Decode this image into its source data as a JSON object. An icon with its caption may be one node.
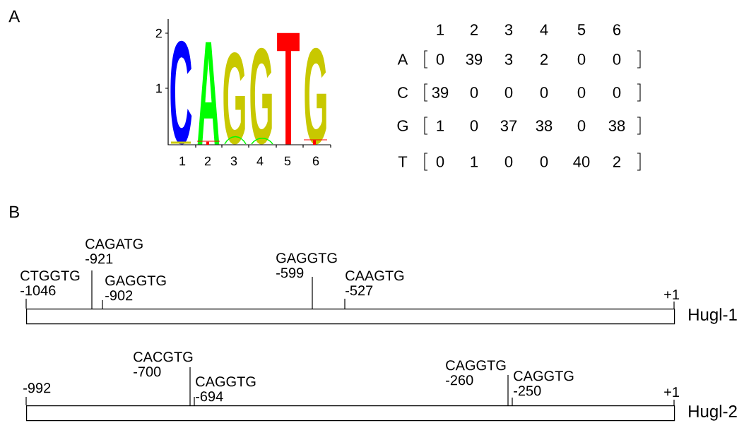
{
  "diagram": {
    "nodes": [
      {
        "text": [
          "CTGGTG",
          "-1046"
        ]
      },
      {
        "text": [
          "CAGATG",
          "-921"
        ]
      },
      {
        "text": [
          "GAGGTG",
          "-902"
        ]
      },
      {
        "text": [
          "GAGGTG",
          "-599"
        ]
      },
      {
        "text": [
          "CAAGTG",
          "-527"
        ]
      },
      {
        "text": [
          "+1"
        ]
      },
      {
        "text": [
          "Hugl-1"
        ]
      },
      {
        "text": [
          "-992"
        ]
      },
      {
        "text": [
          "CACGTG",
          "-700"
        ]
      },
      {
        "text": [
          "CAGGTG",
          "-694"
        ]
      },
      {
        "text": [
          "CAGGTG",
          "-260"
        ]
      },
      {
        "text": [
          "CAGGTG",
          "-250"
        ]
      },
      {
        "text": [
          "+1"
        ]
      },
      {
        "text": [
          "Hugl-2"
        ]
      }
    ],
    "edges": [
      {
        "from": 0,
        "to": 6,
        "arrow": "none"
      },
      {
        "from": 1,
        "to": 6,
        "arrow": "none"
      },
      {
        "from": 2,
        "to": 6,
        "arrow": "none"
      },
      {
        "from": 3,
        "to": 6,
        "arrow": "none"
      },
      {
        "from": 4,
        "to": 6,
        "arrow": "none"
      },
      {
        "from": 5,
        "to": 6,
        "arrow": "none"
      },
      {
        "from": 7,
        "to": 13,
        "arrow": "none"
      },
      {
        "from": 8,
        "to": 13,
        "arrow": "none"
      },
      {
        "from": 9,
        "to": 13,
        "arrow": "none"
      },
      {
        "from": 10,
        "to": 13,
        "arrow": "none"
      },
      {
        "from": 11,
        "to": 13,
        "arrow": "none"
      },
      {
        "from": 12,
        "to": 13,
        "arrow": "none"
      }
    ],
    "labels": [
      "A",
      "2",
      "1",
      "C",
      "A",
      "G",
      "G",
      "T",
      "G",
      "1",
      "2",
      "3",
      "4",
      "5",
      "6",
      "1",
      "2",
      "3",
      "4",
      "5",
      "6",
      "A",
      "0",
      "39",
      "3",
      "2",
      "0",
      "0",
      "C",
      "39",
      "0",
      "0",
      "0",
      "0",
      "0",
      "G",
      "1",
      "0",
      "37",
      "38",
      "0",
      "38",
      "T",
      "0",
      "1",
      "0",
      "0",
      "40",
      "2",
      "B"
    ]
  }
}
